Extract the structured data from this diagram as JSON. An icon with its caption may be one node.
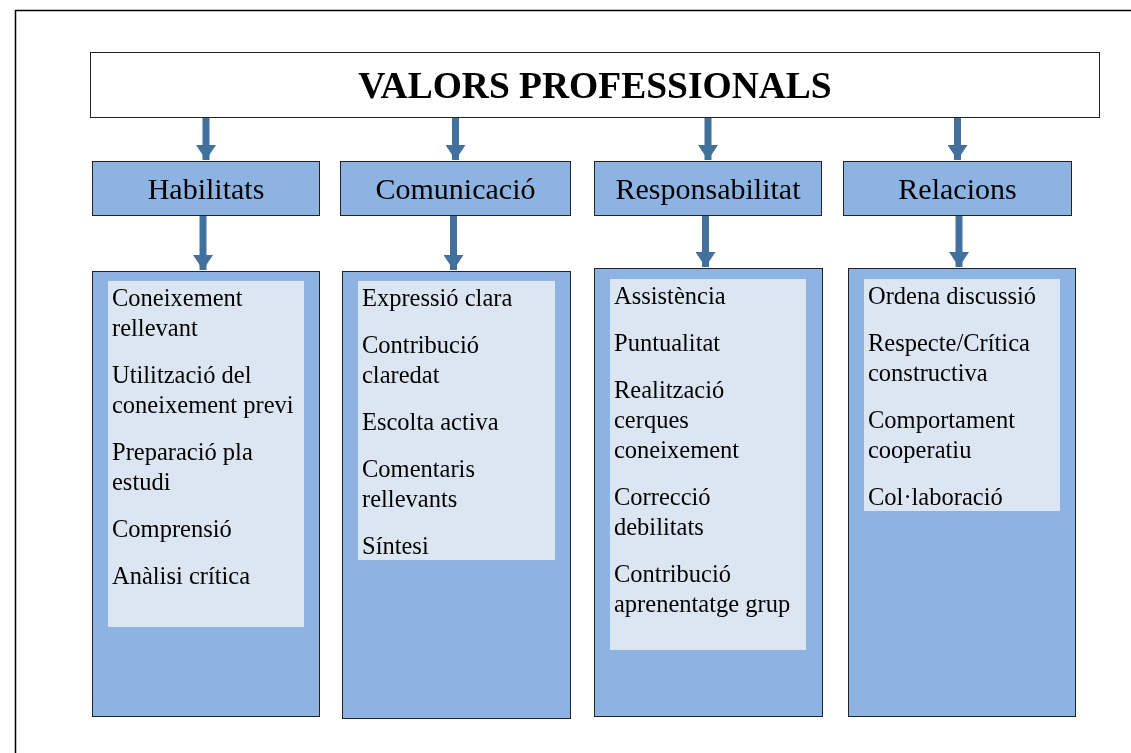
{
  "diagram": {
    "nodes": [
      {
        "text": [
          "VALORS PROFESSIONALS"
        ]
      },
      {
        "text": [
          "Habilitats"
        ]
      },
      {
        "text": [
          "Comunicació"
        ]
      },
      {
        "text": [
          "Responsabilitat"
        ]
      },
      {
        "text": [
          "Relacions"
        ]
      },
      {
        "text": [],
        "shape": "box"
      },
      {
        "text": [
          "Coneixement rellevant",
          "Utilització del coneixement previ",
          "Preparació pla estudi",
          "Comprensió",
          "Anàlisi crítica"
        ],
        "in": 5
      },
      {
        "text": [],
        "shape": "box"
      },
      {
        "text": [
          "Expressió clara",
          "Contribució claredat",
          "Escolta activa",
          "Comentaris rellevants",
          "Síntesi"
        ],
        "in": 7
      },
      {
        "text": [],
        "shape": "box"
      },
      {
        "text": [
          "Assistència",
          "Puntualitat",
          "Realització cerques coneixement",
          "Correcció debilitats",
          "Contribució aprenentatge grup"
        ],
        "in": 9
      },
      {
        "text": [],
        "shape": "box"
      },
      {
        "text": [
          "Ordena discussió",
          "Respecte/Crítica constructiva",
          "Comportament cooperatiu",
          "Col·laboració"
        ],
        "in": 11
      }
    ],
    "edges": [
      {
        "from": 0,
        "to": 1,
        "arrow": "to"
      },
      {
        "from": 0,
        "to": 2,
        "arrow": "to"
      },
      {
        "from": 0,
        "to": 3,
        "arrow": "to"
      },
      {
        "from": 0,
        "to": 4,
        "arrow": "to"
      },
      {
        "from": 1,
        "to": 5,
        "arrow": "to"
      },
      {
        "from": 2,
        "to": 7,
        "arrow": "to"
      },
      {
        "from": 3,
        "to": 9,
        "arrow": "to"
      },
      {
        "from": 4,
        "to": 11,
        "arrow": "to"
      }
    ]
  }
}
